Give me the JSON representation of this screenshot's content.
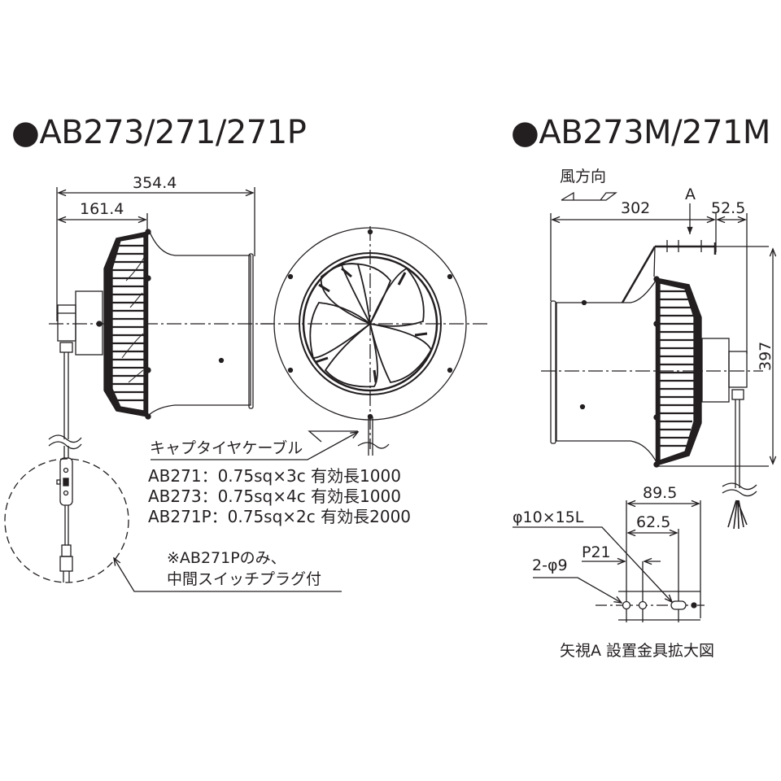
{
  "left": {
    "title": "●AB273/271/271P",
    "dims": {
      "overall_length": "354.4",
      "front_length": "161.4"
    },
    "cable_label": "キャプタイヤケーブル",
    "cable_specs": [
      "AB271：0.75sq×3c 有効長1000",
      "AB273：0.75sq×4c 有効長1000",
      "AB271P：0.75sq×2c 有効長2000"
    ],
    "note_line1": "※AB271Pのみ、",
    "note_line2": "中間スイッチプラグ付"
  },
  "right": {
    "title": "●AB273M/271M",
    "wind_direction": "風方向",
    "view_marker": "A",
    "dims": {
      "length": "302",
      "bracket_offset": "52.5",
      "height": "397"
    },
    "bracket": {
      "width_total": "89.5",
      "width_inner": "62.5",
      "pitch": "P21",
      "slot": "φ10×15L",
      "holes": "2-φ9",
      "caption": "矢視A 設置金具拡大図"
    }
  },
  "colors": {
    "ink": "#231f20",
    "paper": "#ffffff"
  }
}
